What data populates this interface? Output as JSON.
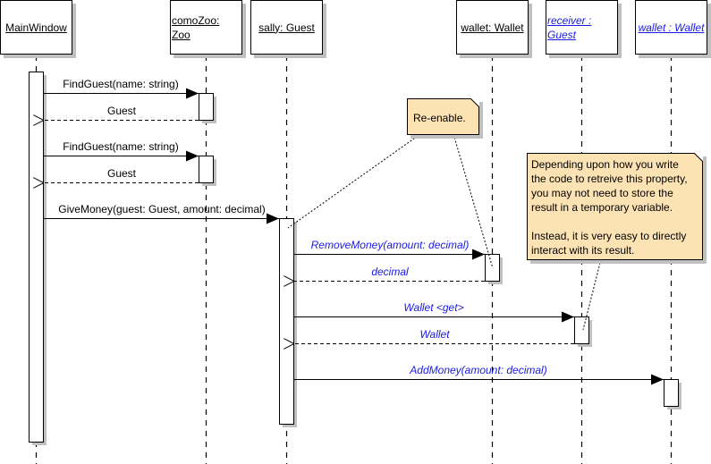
{
  "diagram": {
    "type": "uml-sequence",
    "lifelines": [
      {
        "id": "mainwindow",
        "label": "MainWindow",
        "style": "black"
      },
      {
        "id": "comozoo",
        "label": "comoZoo:\nZoo",
        "style": "black"
      },
      {
        "id": "sally",
        "label": "sally: Guest",
        "style": "black"
      },
      {
        "id": "wallet",
        "label": "wallet: Wallet",
        "style": "black"
      },
      {
        "id": "receiver",
        "label": "receiver :\nGuest",
        "style": "blue"
      },
      {
        "id": "wallet2",
        "label": "wallet : Wallet",
        "style": "blue"
      }
    ],
    "messages": [
      {
        "from": "mainwindow",
        "to": "comozoo",
        "label": "FindGuest(name: string)",
        "kind": "call",
        "style": "black"
      },
      {
        "from": "comozoo",
        "to": "mainwindow",
        "label": "Guest",
        "kind": "return",
        "style": "black"
      },
      {
        "from": "mainwindow",
        "to": "comozoo",
        "label": "FindGuest(name: string)",
        "kind": "call",
        "style": "black"
      },
      {
        "from": "comozoo",
        "to": "mainwindow",
        "label": "Guest",
        "kind": "return",
        "style": "black"
      },
      {
        "from": "mainwindow",
        "to": "sally",
        "label": "GiveMoney(guest: Guest, amount: decimal)",
        "kind": "call",
        "style": "black"
      },
      {
        "from": "sally",
        "to": "wallet",
        "label": "RemoveMoney(amount: decimal)",
        "kind": "call",
        "style": "blue"
      },
      {
        "from": "wallet",
        "to": "sally",
        "label": "decimal",
        "kind": "return",
        "style": "blue"
      },
      {
        "from": "sally",
        "to": "receiver",
        "label": "Wallet <get>",
        "kind": "call",
        "style": "blue"
      },
      {
        "from": "receiver",
        "to": "sally",
        "label": "Wallet",
        "kind": "return",
        "style": "blue"
      },
      {
        "from": "sally",
        "to": "wallet2",
        "label": "AddMoney(amount: decimal)",
        "kind": "call",
        "style": "blue"
      }
    ],
    "notes": [
      {
        "id": "note-reenable",
        "text": "Re-enable.",
        "attached_to": [
          "sally activation",
          "wallet activation"
        ]
      },
      {
        "id": "note-property",
        "text": "Depending upon how you write\nthe code to retreive this property,\nyou may not need to store the\nresult in a temporary variable.\n\nInstead, it is very easy to directly\ninteract with its result.",
        "attached_to": [
          "receiver activation"
        ]
      }
    ],
    "colors": {
      "note_fill": "#fde3b4",
      "blue_text": "#1a1ae6",
      "shadow": "#c0c0c0"
    }
  }
}
